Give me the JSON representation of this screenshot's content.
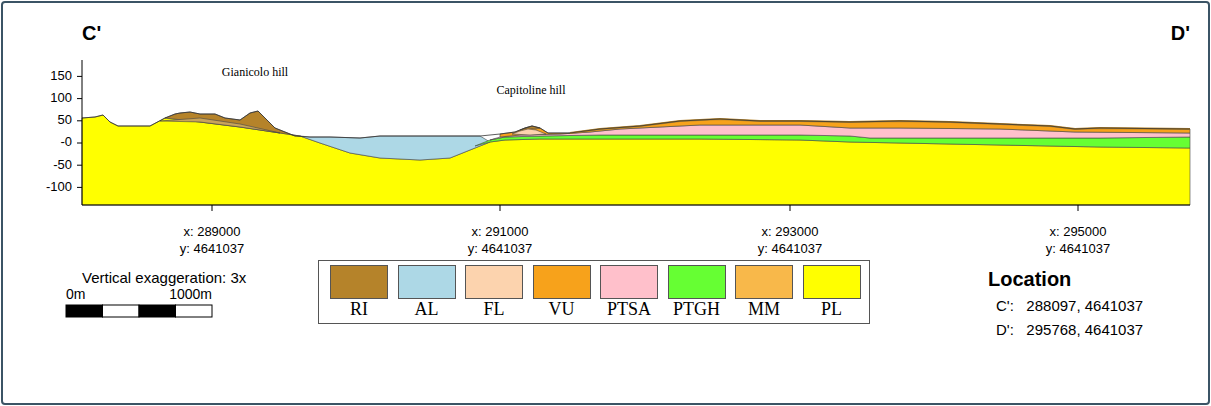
{
  "diagram": {
    "labels": [
      "C'",
      "D'",
      "Gianicolo hill",
      "Capitoline hill",
      "150",
      "100",
      "50",
      "-0",
      "-50",
      "-100",
      "x: 289000",
      "y: 4641037",
      "x: 291000",
      "y: 4641037",
      "x: 293000",
      "y: 4641037",
      "x: 295000",
      "y: 4641037",
      "Vertical exaggeration: 3x",
      "0m",
      "1000m",
      "Location",
      "C':   288097, 4641037",
      "D':   295768, 4641037"
    ],
    "legend": [
      {
        "text": "RI",
        "color": "#b5832a"
      },
      {
        "text": "AL",
        "color": "#add8e6"
      },
      {
        "text": "FL",
        "color": "#fcd3ae"
      },
      {
        "text": "VU",
        "color": "#f7a21b"
      },
      {
        "text": "PTSA",
        "color": "#ffc0cb"
      },
      {
        "text": "PTGH",
        "color": "#66ff33"
      },
      {
        "text": "MM",
        "color": "#f8b84a"
      },
      {
        "text": "PL",
        "color": "#ffff00"
      }
    ]
  }
}
